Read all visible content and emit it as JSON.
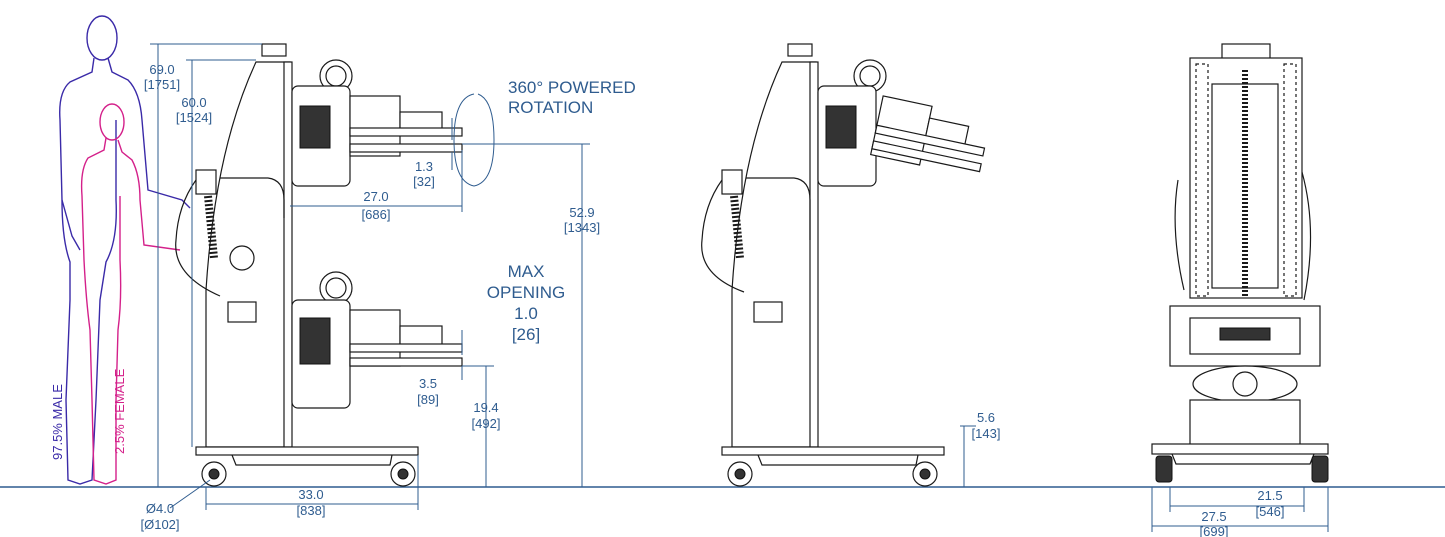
{
  "colors": {
    "dimension": "#2f5c8f",
    "male_figure": "#3a2aa8",
    "female_figure": "#d4208a",
    "floor": "#2f5c8f",
    "machine": "#1a1a1a"
  },
  "figures": {
    "male_label": "97.5% MALE",
    "female_label": "2.5% FEMALE"
  },
  "rotation": {
    "line1": "360° POWERED",
    "line2": "ROTATION"
  },
  "max_opening": {
    "line1": "MAX",
    "line2": "OPENING",
    "line3": "1.0",
    "line4": "[26]"
  },
  "dimensions": {
    "overall_height": {
      "in": "69.0",
      "mm": "[1751]"
    },
    "column_height": {
      "in": "60.0",
      "mm": "[1524]"
    },
    "upper_gap": {
      "in": "1.3",
      "mm": "[32]"
    },
    "arm_reach": {
      "in": "27.0",
      "mm": "[686]"
    },
    "top_platen_height": {
      "in": "52.9",
      "mm": "[1343]"
    },
    "lower_gap": {
      "in": "3.5",
      "mm": "[89]"
    },
    "lower_platen_height": {
      "in": "19.4",
      "mm": "[492]"
    },
    "caster_diameter": {
      "in": "Ø4.0",
      "mm": "[Ø102]"
    },
    "base_length": {
      "in": "33.0",
      "mm": "[838]"
    },
    "base_clearance": {
      "in": "5.6",
      "mm": "[143]"
    },
    "inner_width": {
      "in": "21.5",
      "mm": "[546]"
    },
    "outer_width": {
      "in": "27.5",
      "mm": "[699]"
    }
  }
}
